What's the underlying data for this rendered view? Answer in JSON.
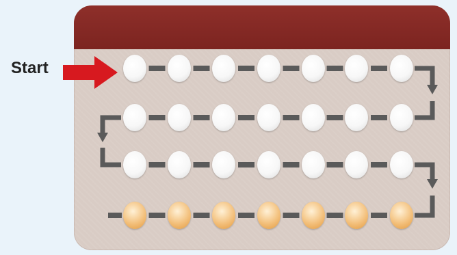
{
  "start_label": "Start",
  "colors": {
    "header": "#7c2420",
    "tray": "#d9ccc5",
    "arrow": "#d7191f",
    "path": "#5a5a5a",
    "active_pill": "#f7f7f7",
    "inactive_pill": "#f0b466"
  },
  "pill_rows": [
    [
      "active",
      "active",
      "active",
      "active",
      "active",
      "active",
      "active"
    ],
    [
      "active",
      "active",
      "active",
      "active",
      "active",
      "active",
      "active"
    ],
    [
      "active",
      "active",
      "active",
      "active",
      "active",
      "active",
      "active"
    ],
    [
      "inactive",
      "inactive",
      "inactive",
      "inactive",
      "inactive",
      "inactive",
      "inactive"
    ]
  ]
}
